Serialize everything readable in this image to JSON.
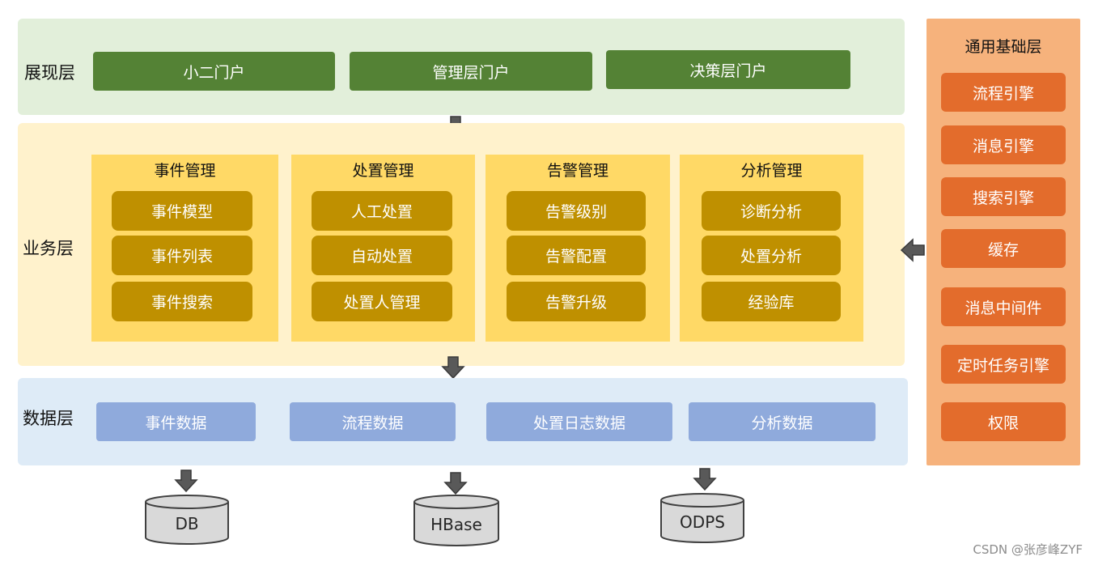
{
  "presentation_layer": {
    "label": "展现层",
    "items": [
      "小二门户",
      "管理层门户",
      "决策层门户"
    ]
  },
  "business_layer": {
    "label": "业务层",
    "groups": [
      {
        "title": "事件管理",
        "items": [
          "事件模型",
          "事件列表",
          "事件搜索"
        ]
      },
      {
        "title": "处置管理",
        "items": [
          "人工处置",
          "自动处置",
          "处置人管理"
        ]
      },
      {
        "title": "告警管理",
        "items": [
          "告警级别",
          "告警配置",
          "告警升级"
        ]
      },
      {
        "title": "分析管理",
        "items": [
          "诊断分析",
          "处置分析",
          "经验库"
        ]
      }
    ]
  },
  "data_layer": {
    "label": "数据层",
    "items": [
      "事件数据",
      "流程数据",
      "处置日志数据",
      "分析数据"
    ]
  },
  "storage": {
    "items": [
      "DB",
      "HBase",
      "ODPS"
    ]
  },
  "foundation_layer": {
    "title": "通用基础层",
    "items": [
      "流程引擎",
      "消息引擎",
      "搜索引擎",
      "缓存",
      "消息中间件",
      "定时任务引擎",
      "权限"
    ]
  },
  "watermark": "CSDN @张彦峰ZYF",
  "icons": {
    "flow": "arrow-down-icon",
    "support": "arrow-left-icon",
    "storage": "database-icon"
  },
  "colors": {
    "presentation_bg": "#e2efda",
    "presentation_item": "#548235",
    "business_bg": "#fff2cc",
    "business_group": "#ffd966",
    "business_item": "#bf9000",
    "data_bg": "#deebf7",
    "data_item": "#8faadc",
    "foundation_bg": "#f6b27c",
    "foundation_item": "#e36c2c",
    "arrow": "#595959",
    "storage": "#d9d9d9"
  }
}
